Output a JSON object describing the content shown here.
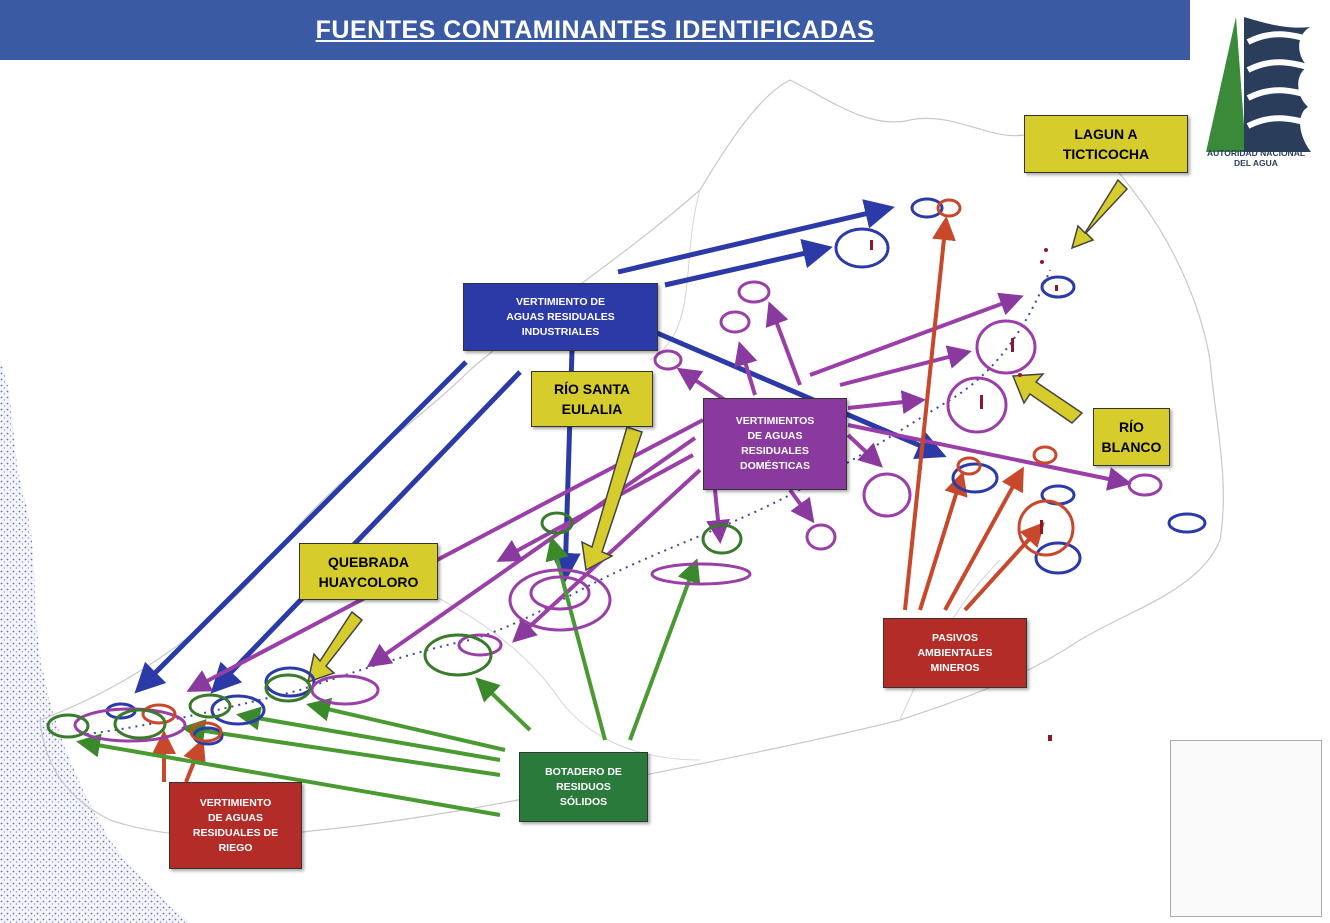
{
  "title": "FUENTES CONTAMINANTES IDENTIFICADAS",
  "logo": {
    "text": "AUTORIDAD NACIONAL\nDEL AGUA",
    "colors": [
      "#3a8a3a",
      "#2a3e5c"
    ]
  },
  "labels": {
    "industrial": "VERTIMIENTO DE\nAGUAS RESIDUALES\nINDUSTRIALES",
    "rio_santa_eulalia": "RÍO SANTA\nEULALIA",
    "domesticas": "VERTIMIENTOS\nDE AGUAS\nRESIDUALES\nDOMÉSTICAS",
    "laguna": "LAGUN  A\nTICTICOCHA",
    "rio_blanco": "RÍO\nBLANCO",
    "huaycoloro": "QUEBRADA\nHUAYCOLORO",
    "pasivos": "PASIVOS\nAMBIENTALES\nMINEROS",
    "botadero": "BOTADERO DE\nRESIDUOS\nSÓLIDOS",
    "riego": "VERTIMIENTO\nDE AGUAS\nRESIDUALES DE\nRIEGO"
  },
  "colors": {
    "title_bar": "#3a5aa4",
    "industrial": "#2c3aa8",
    "domestic": "#8a3a9e",
    "mining": "#c8482c",
    "solid_waste": "#3a8a2c",
    "callout": "#d6cc2c"
  },
  "icons": [
    "up-arrow-icon"
  ]
}
